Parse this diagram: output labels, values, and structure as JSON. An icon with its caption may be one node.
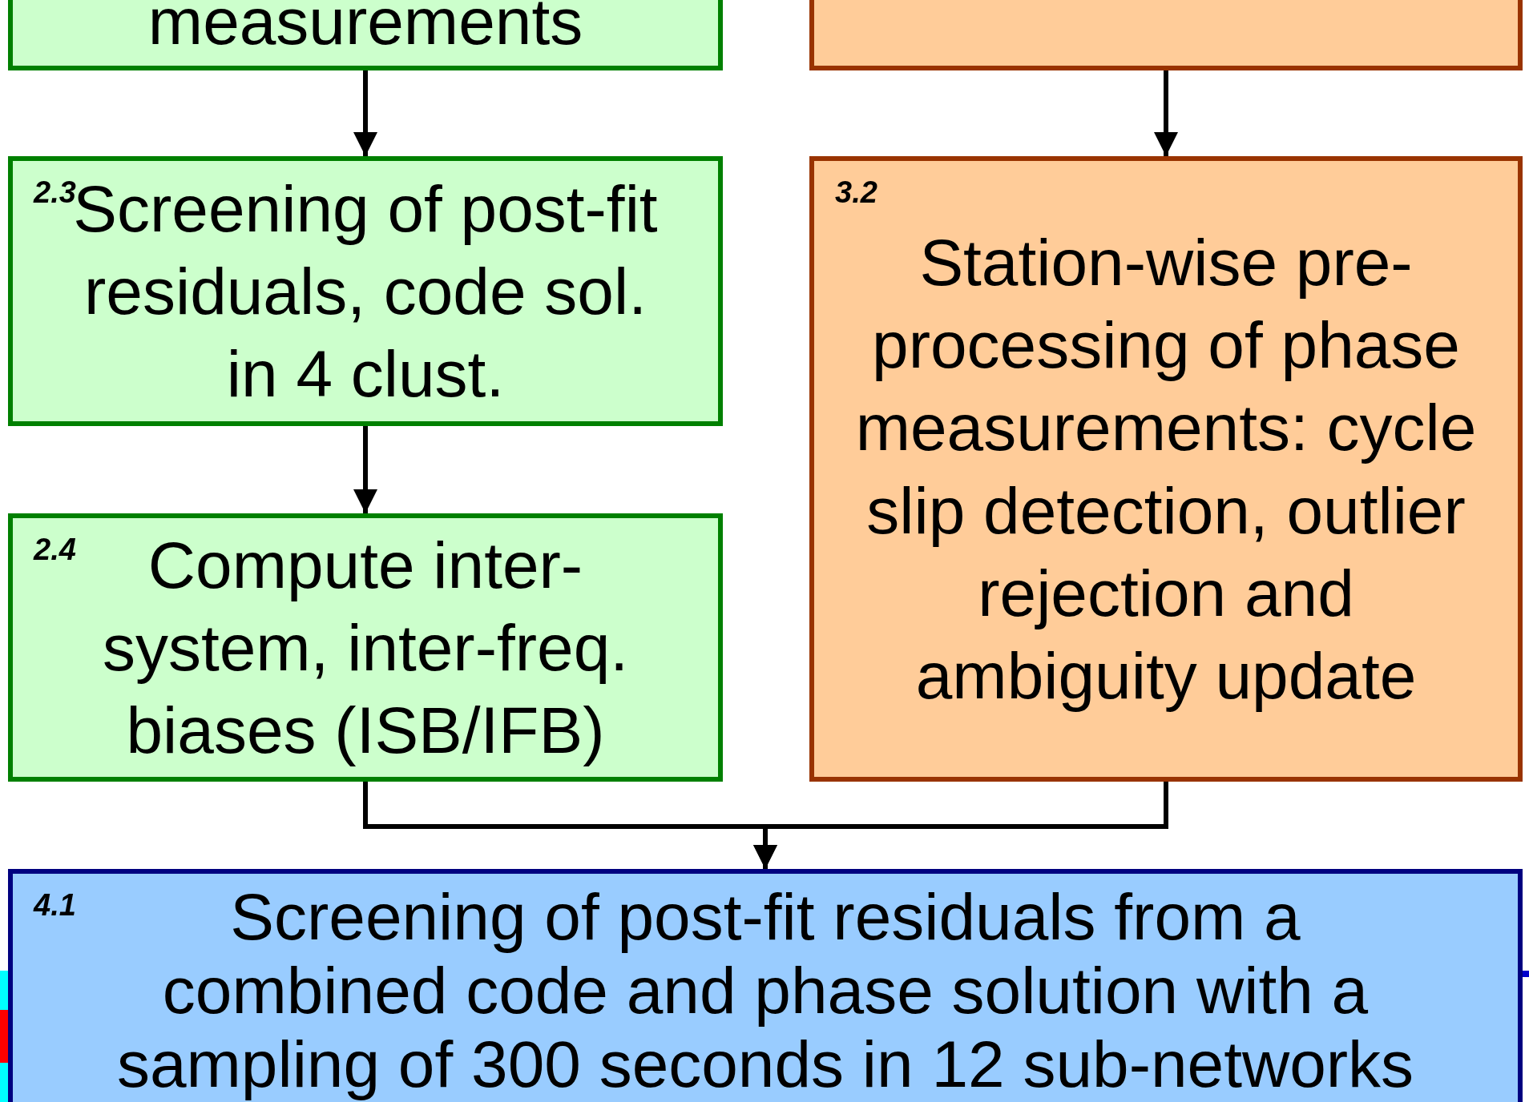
{
  "diagram": {
    "nodes": [
      {
        "text": [
          "measurements"
        ]
      },
      {
        "text": [],
        "shape": "box"
      },
      {
        "text": [
          "2.3",
          "Screening of post-fit residuals, code sol. in 4 clust."
        ]
      },
      {
        "text": [
          "3.2",
          "Station-wise pre-processing of phase measurements: cycle slip detection, outlier rejection and ambiguity update"
        ]
      },
      {
        "text": [
          "2.4",
          "Compute inter-system, inter-freq. biases (ISB/IFB)"
        ]
      },
      {
        "text": [
          "4.1",
          "Screening of post-fit residuals from a combined code and phase solution with a sampling of 300 seconds in 12 sub-networks"
        ]
      }
    ],
    "edges": [
      {
        "from": 0,
        "to": 2,
        "arrow": "to"
      },
      {
        "from": 1,
        "to": 3,
        "arrow": "to"
      },
      {
        "from": 2,
        "to": 4,
        "arrow": "to"
      },
      {
        "from": 4,
        "to": 5,
        "arrow": "to"
      },
      {
        "from": 3,
        "to": 5,
        "arrow": "to"
      }
    ]
  }
}
